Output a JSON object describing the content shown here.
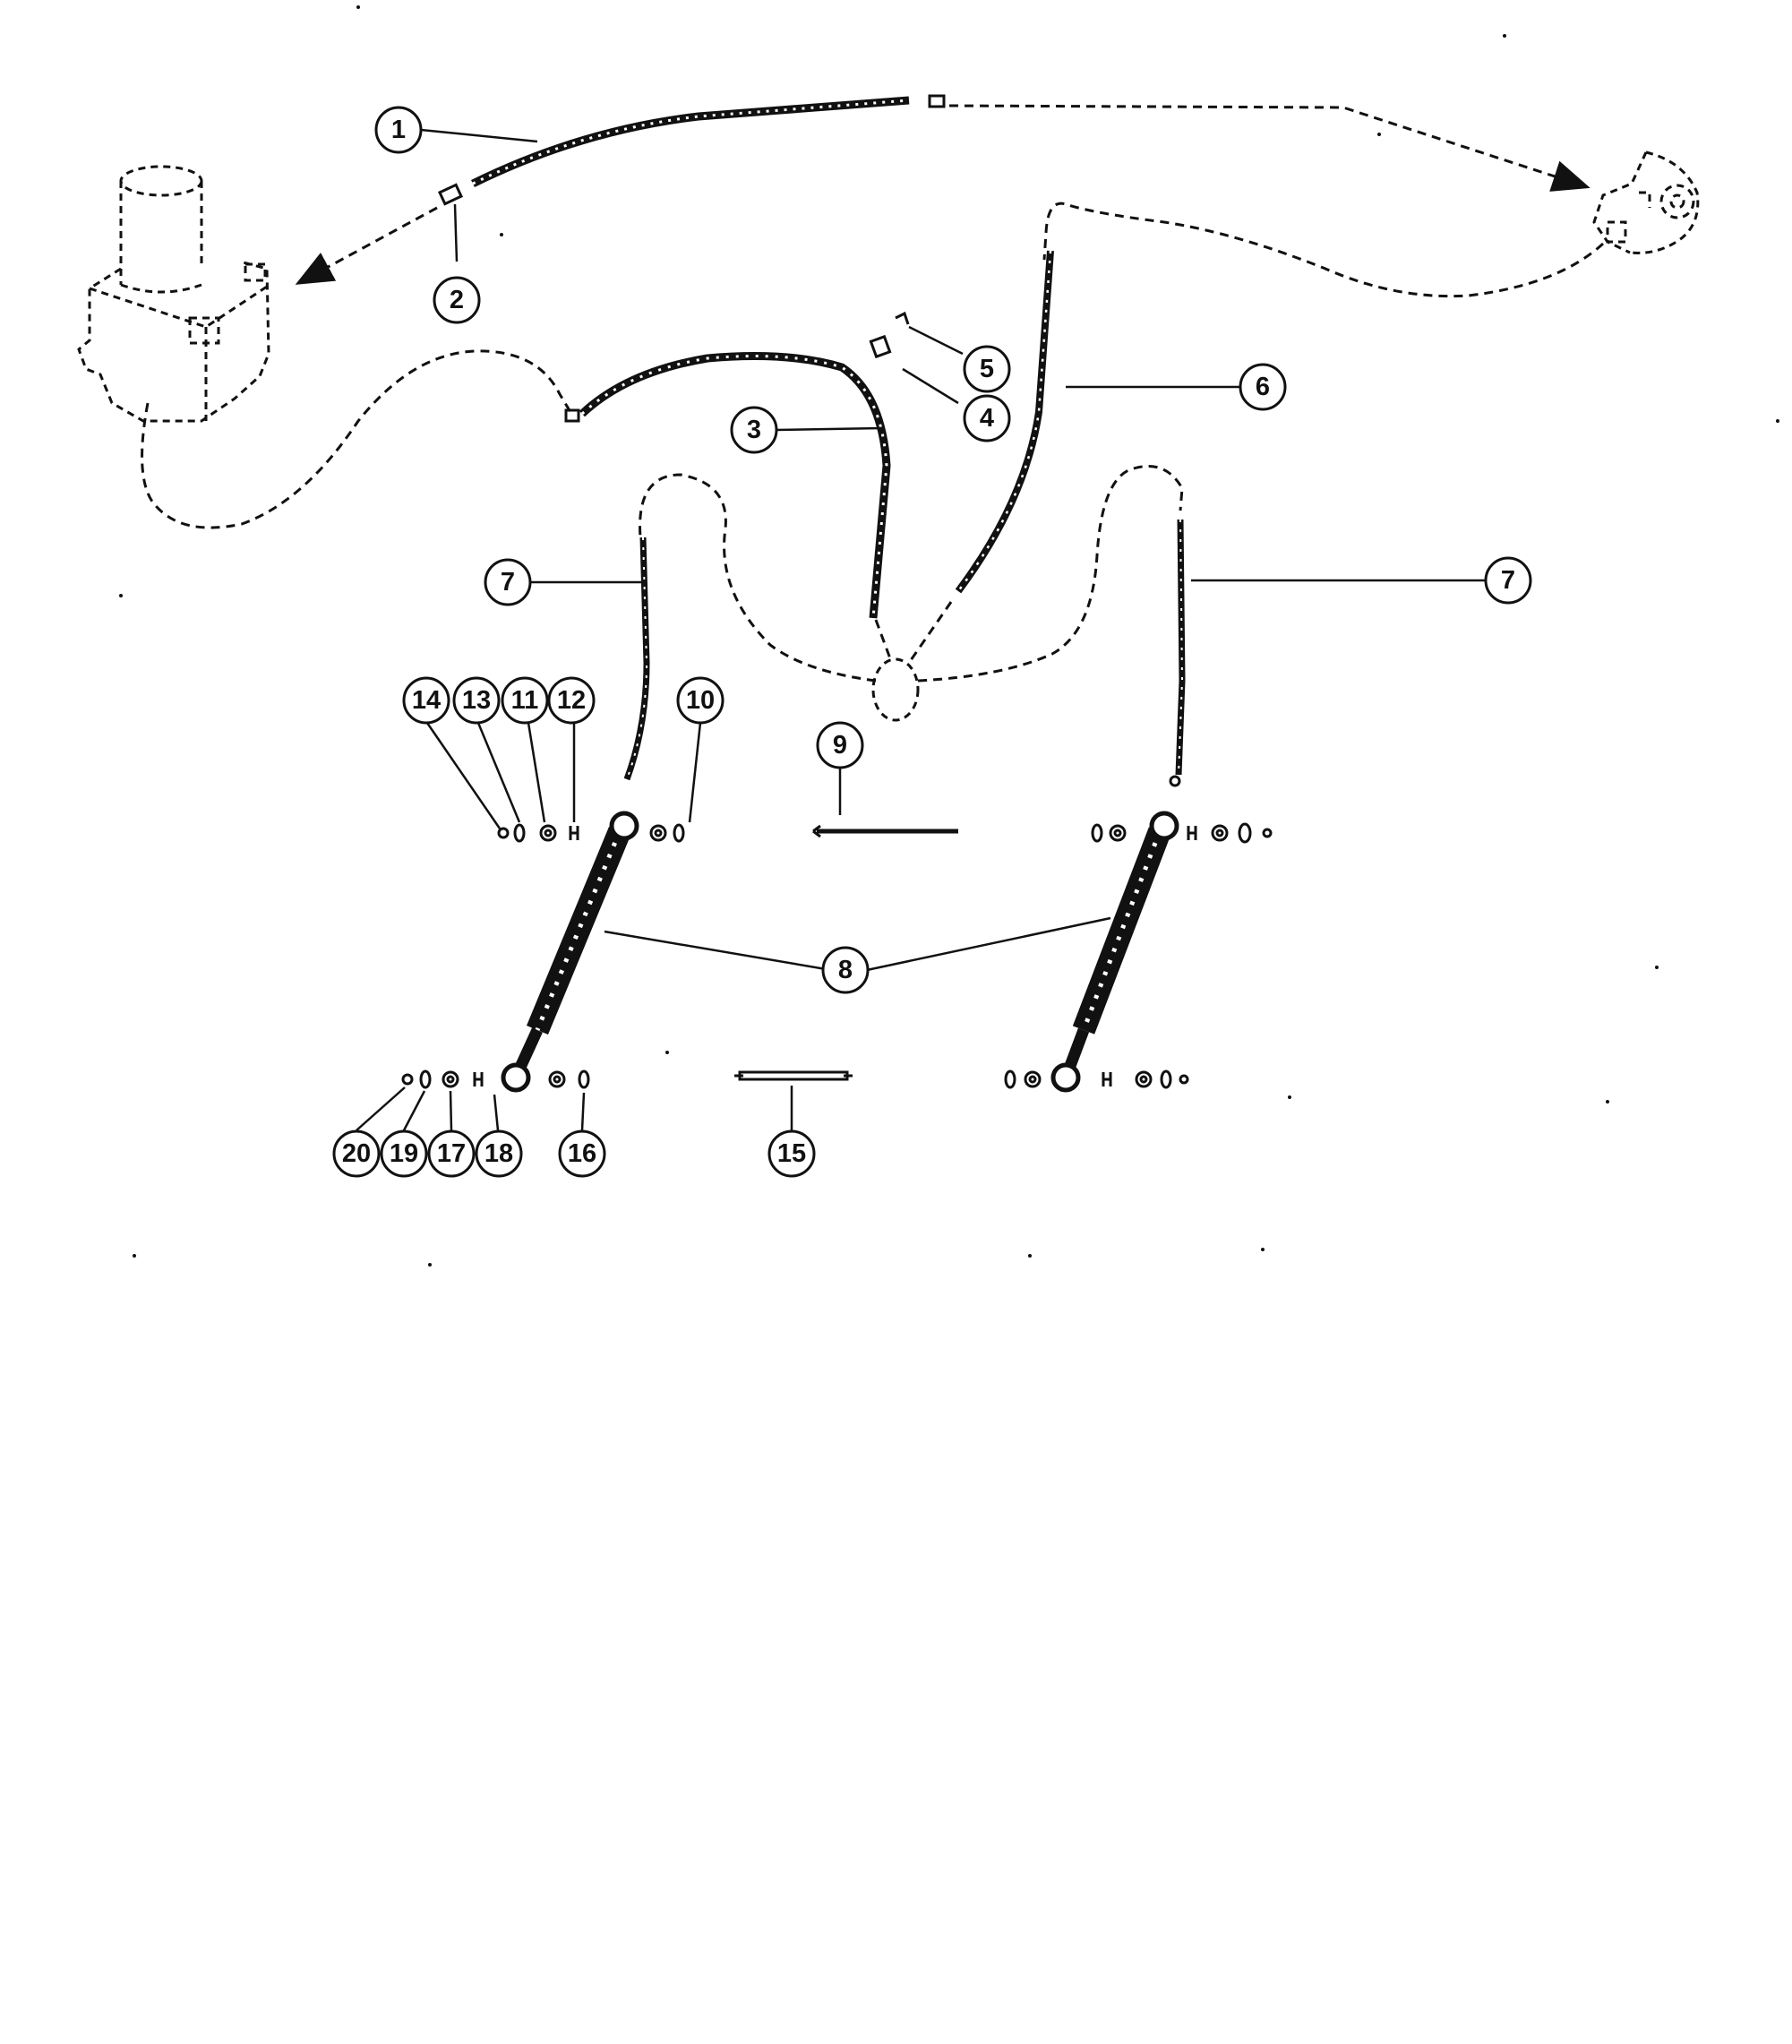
{
  "callouts": {
    "c1": "1",
    "c2": "2",
    "c3": "3",
    "c4": "4",
    "c5": "5",
    "c6": "6",
    "c7a": "7",
    "c7b": "7",
    "c8": "8",
    "c9": "9",
    "c10": "10",
    "c11": "11",
    "c12": "12",
    "c13": "13",
    "c14": "14",
    "c15": "15",
    "c16": "16",
    "c17": "17",
    "c18": "18",
    "c19": "19",
    "c20": "20"
  },
  "colors": {
    "ink": "#111111",
    "background": "#ffffff"
  }
}
